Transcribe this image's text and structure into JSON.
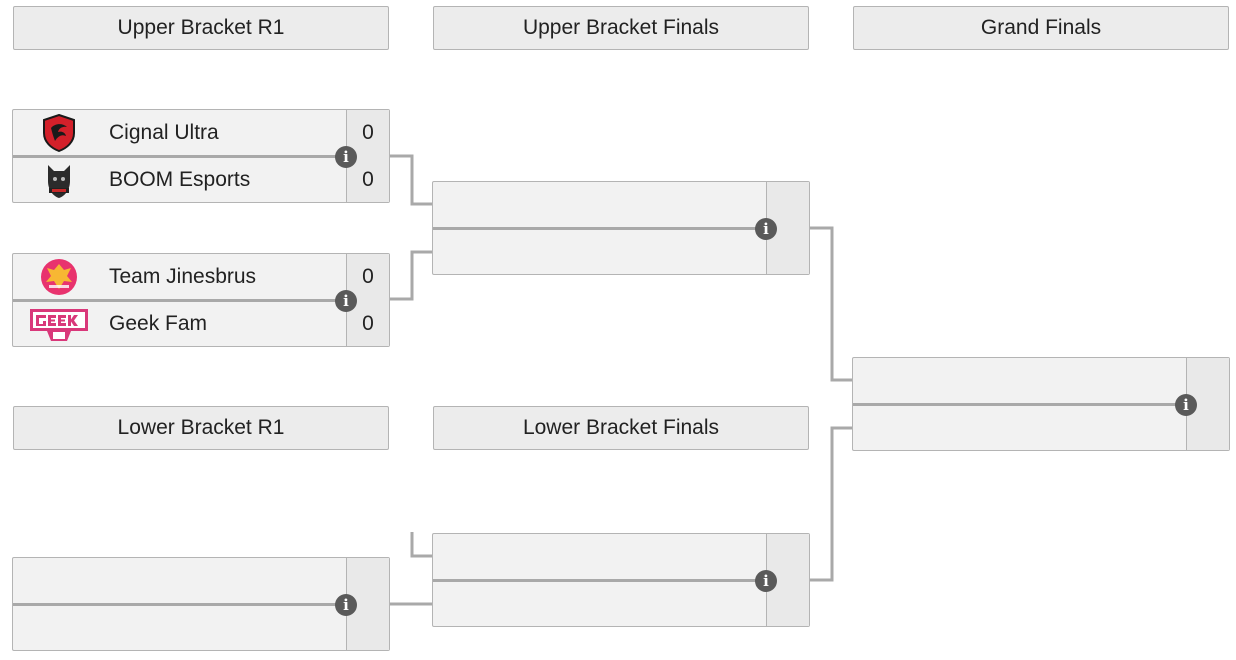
{
  "rounds": {
    "upper_r1": "Upper Bracket R1",
    "upper_finals": "Upper Bracket Finals",
    "grand_finals": "Grand Finals",
    "lower_r1": "Lower Bracket R1",
    "lower_finals": "Lower Bracket Finals"
  },
  "matches": {
    "ub_r1_m1": {
      "team1": {
        "name": "Cignal Ultra",
        "score": "0",
        "logo": "cignal-ultra-logo"
      },
      "team2": {
        "name": "BOOM Esports",
        "score": "0",
        "logo": "boom-esports-logo"
      }
    },
    "ub_r1_m2": {
      "team1": {
        "name": "Team Jinesbrus",
        "score": "0",
        "logo": "team-jinesbrus-logo"
      },
      "team2": {
        "name": "Geek Fam",
        "score": "0",
        "logo": "geek-fam-logo"
      }
    }
  },
  "colors": {
    "header_bg": "#ececec",
    "cell_bg": "#f2f2f2",
    "border": "#b4b4b4",
    "connector": "#a9a9a9",
    "info_icon": "#5a5a5a",
    "cignal_red": "#d3202a",
    "jinesbrus_pink": "#e8336e",
    "geekfam_pink": "#d9387a"
  },
  "icons": {
    "match_info": "info-icon"
  }
}
